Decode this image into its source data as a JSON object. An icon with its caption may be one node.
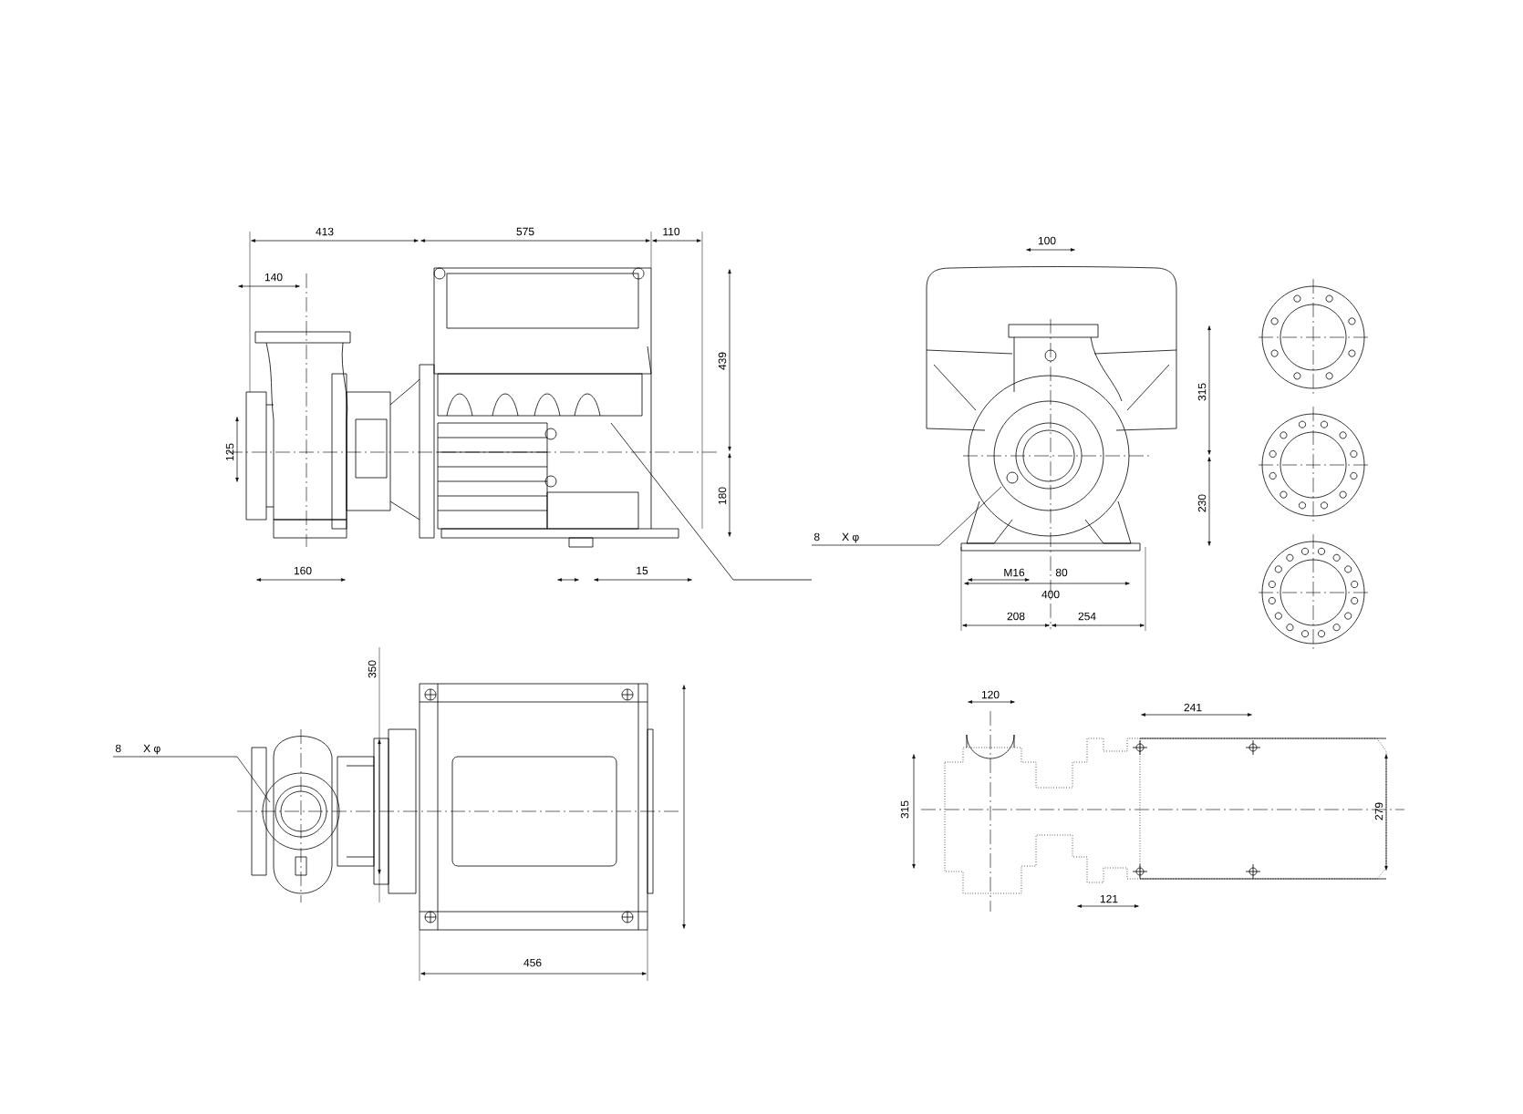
{
  "diagram": {
    "nodes": [
      {
        "text": [
          "8",
          "X φ"
        ]
      },
      {
        "text": [
          "8",
          "X φ"
        ]
      }
    ],
    "edges": [
      {
        "from": 0,
        "to": null,
        "arrow": "none"
      },
      {
        "from": 1,
        "to": null,
        "arrow": "none"
      }
    ],
    "labels": [
      "413",
      "575",
      "110",
      "140",
      "100",
      "439",
      "315",
      "125",
      "180",
      "230",
      "160",
      "15",
      "M16",
      "80",
      "400",
      "208",
      "254",
      "350",
      "120",
      "241",
      "315",
      "279",
      "121",
      "456"
    ]
  }
}
